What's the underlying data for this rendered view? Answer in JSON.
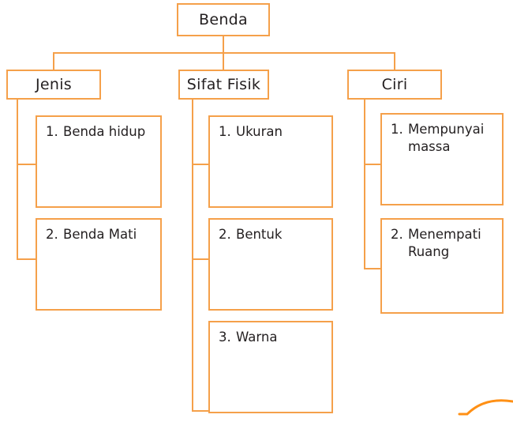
{
  "diagram": {
    "title": "Benda",
    "root": {
      "label": "Benda"
    },
    "branches": [
      {
        "label": "Jenis",
        "items": [
          {
            "number": "1.",
            "text": "Benda hidup"
          },
          {
            "number": "2.",
            "text": "Benda Mati"
          }
        ]
      },
      {
        "label": "Sifat Fisik",
        "items": [
          {
            "number": "1.",
            "text": "Ukuran"
          },
          {
            "number": "2.",
            "text": "Bentuk"
          },
          {
            "number": "3.",
            "text": "Warna"
          }
        ]
      },
      {
        "label": "Ciri",
        "items": [
          {
            "number": "1.",
            "text": "Mempunyai massa"
          },
          {
            "number": "2.",
            "text": "Menempati Ruang"
          }
        ]
      }
    ],
    "colors": {
      "border": "#F5A04A",
      "connector": "#F5A04A",
      "text": "#231F20",
      "background": "#FFFFFF",
      "swoosh": "#FF9015"
    }
  }
}
